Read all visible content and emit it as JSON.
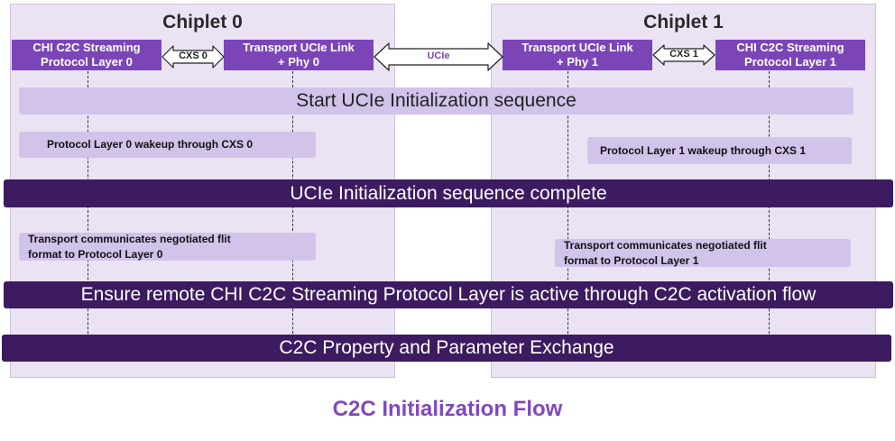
{
  "chiplets": [
    {
      "title": "Chiplet 0"
    },
    {
      "title": "Chiplet 1"
    }
  ],
  "blocks": {
    "chi0": "CHI C2C Streaming\nProtocol Layer 0",
    "trans0": "Transport UCIe Link\n+ Phy 0",
    "trans1": "Transport UCIe Link\n+ Phy 1",
    "chi1": "CHI C2C Streaming\nProtocol Layer 1"
  },
  "arrows": {
    "cxs0": "CXS 0",
    "ucie": "UCIe",
    "cxs1": "CXS 1"
  },
  "steps": {
    "start_init": "Start UCIe Initialization sequence",
    "wakeup0": "Protocol Layer 0 wakeup through CXS 0",
    "wakeup1": "Protocol Layer 1 wakeup through CXS 1",
    "init_complete": "UCIe Initialization sequence complete",
    "flit0": "Transport communicates negotiated flit\nformat to Protocol Layer 0",
    "flit1": "Transport communicates negotiated flit\nformat to Protocol Layer 1",
    "ensure_active": "Ensure remote CHI C2C Streaming Protocol Layer is active through C2C activation flow",
    "exchange": "C2C Property and Parameter Exchange"
  },
  "footer": {
    "title": "C2C Initialization Flow"
  },
  "colors": {
    "chiplet_bg": "#ebe3f3",
    "block": "#7b45b8",
    "light_bar": "#d2c3ea",
    "dark_bar": "#3c1b60",
    "footer_text": "#8048c0"
  }
}
